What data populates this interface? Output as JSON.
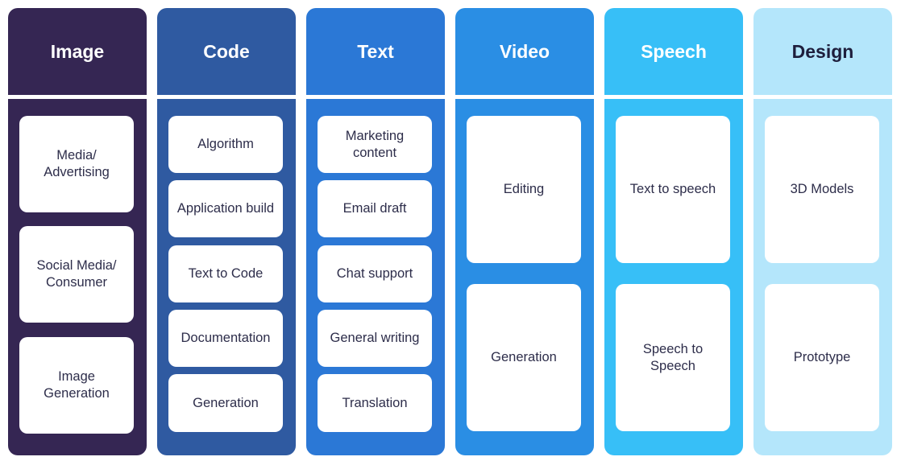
{
  "columns": [
    {
      "title": "Image",
      "header_color": "#352653",
      "body_color": "#352653",
      "title_color": "#ffffff",
      "items": [
        "Media/ Advertising",
        "Social Media/ Consumer",
        "Image Generation"
      ]
    },
    {
      "title": "Code",
      "header_color": "#2f5aa1",
      "body_color": "#2f5aa1",
      "title_color": "#ffffff",
      "items": [
        "Algorithm",
        "Application build",
        "Text to Code",
        "Documentation",
        "Generation"
      ]
    },
    {
      "title": "Text",
      "header_color": "#2b78d6",
      "body_color": "#2b78d6",
      "title_color": "#ffffff",
      "items": [
        "Marketing content",
        "Email draft",
        "Chat support",
        "General writing",
        "Translation"
      ]
    },
    {
      "title": "Video",
      "header_color": "#2a8ee4",
      "body_color": "#2a8ee4",
      "title_color": "#ffffff",
      "items": [
        "Editing",
        "Generation"
      ]
    },
    {
      "title": "Speech",
      "header_color": "#37bff7",
      "body_color": "#37bff7",
      "title_color": "#ffffff",
      "items": [
        "Text to speech",
        "Speech to Speech"
      ]
    },
    {
      "title": "Design",
      "header_color": "#b4e6fb",
      "body_color": "#b4e6fb",
      "title_color": "#1e1e3c",
      "items": [
        "3D Models",
        "Prototype"
      ]
    }
  ]
}
